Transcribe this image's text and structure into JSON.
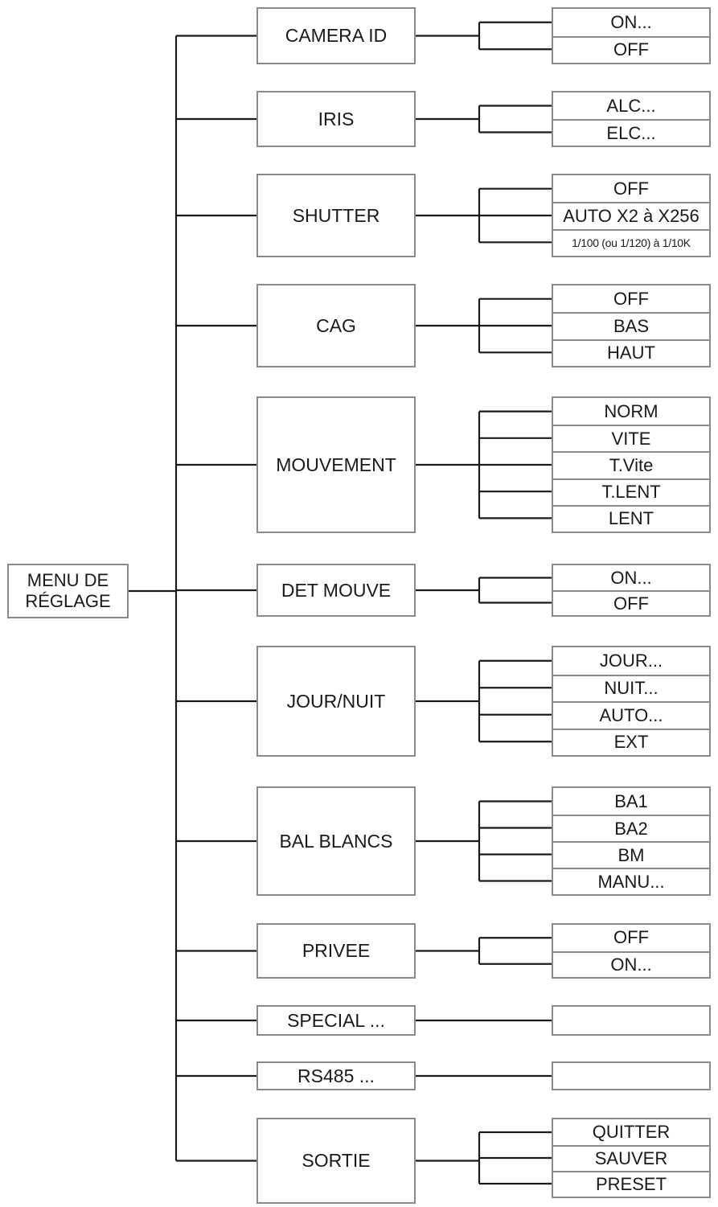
{
  "root": {
    "label": "MENU DE\nRÉGLAGE"
  },
  "menus": [
    {
      "label": "CAMERA ID",
      "options": [
        "ON...",
        "OFF"
      ]
    },
    {
      "label": "IRIS",
      "options": [
        "ALC...",
        "ELC..."
      ]
    },
    {
      "label": "SHUTTER",
      "options": [
        "OFF",
        "AUTO X2 à X256",
        "1/100 (ou 1/120) à 1/10K"
      ]
    },
    {
      "label": "CAG",
      "options": [
        "OFF",
        "BAS",
        "HAUT"
      ]
    },
    {
      "label": "MOUVEMENT",
      "options": [
        "NORM",
        "VITE",
        "T.Vite",
        "T.LENT",
        "LENT"
      ]
    },
    {
      "label": "DET MOUVE",
      "options": [
        "ON...",
        "OFF"
      ]
    },
    {
      "label": "JOUR/NUIT",
      "options": [
        "JOUR...",
        "NUIT...",
        "AUTO...",
        "EXT"
      ]
    },
    {
      "label": "BAL BLANCS",
      "options": [
        "BA1",
        "BA2",
        "BM",
        "MANU..."
      ]
    },
    {
      "label": "PRIVEE",
      "options": [
        "OFF",
        "ON..."
      ]
    },
    {
      "label": "SPECIAL ...",
      "options": []
    },
    {
      "label": "RS485 ...",
      "options": []
    },
    {
      "label": "SORTIE",
      "options": [
        "QUITTER",
        "SAUVER",
        "PRESET"
      ]
    }
  ]
}
